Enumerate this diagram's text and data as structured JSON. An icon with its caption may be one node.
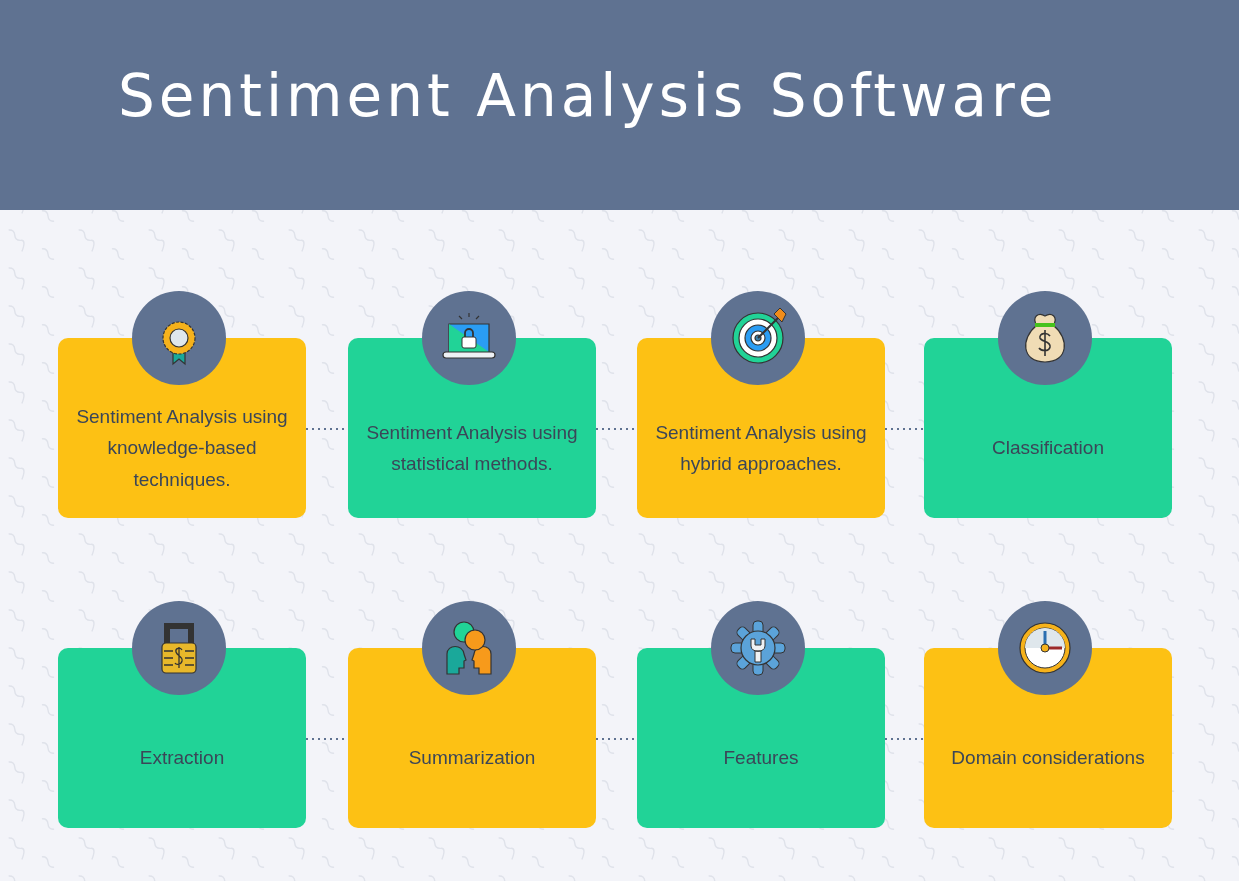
{
  "diagram": {
    "title": "Sentiment Analysis Software",
    "nodes": [
      {
        "text": [
          "Sentiment Analysis using knowledge-based techniques."
        ]
      },
      {
        "text": [
          "Sentiment Analysis using statistical methods."
        ]
      },
      {
        "text": [
          "Sentiment Analysis using hybrid approaches."
        ]
      },
      {
        "text": [
          "Classification"
        ]
      },
      {
        "text": [
          "Extraction"
        ]
      },
      {
        "text": [
          "Summarization"
        ]
      },
      {
        "text": [
          "Features"
        ]
      },
      {
        "text": [
          "Domain considerations"
        ]
      }
    ],
    "edges": [
      {
        "from": 0,
        "to": 1,
        "arrow": "none"
      },
      {
        "from": 1,
        "to": 2,
        "arrow": "none"
      },
      {
        "from": 2,
        "to": 3,
        "arrow": "none"
      },
      {
        "from": 4,
        "to": 5,
        "arrow": "none"
      },
      {
        "from": 5,
        "to": 6,
        "arrow": "none"
      },
      {
        "from": 6,
        "to": 7,
        "arrow": "none"
      }
    ]
  }
}
